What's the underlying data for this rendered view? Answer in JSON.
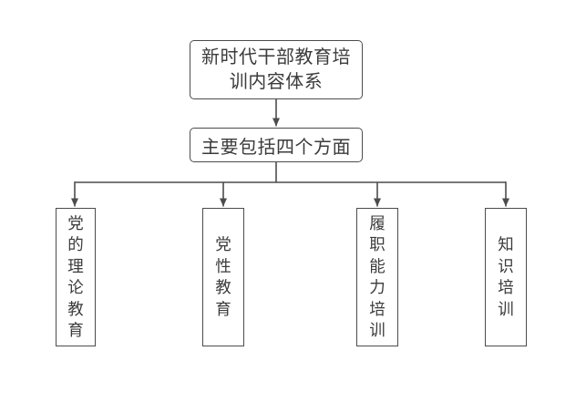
{
  "colors": {
    "background": "#ffffff",
    "line": "#4c4c4c",
    "text": "#3b3b3b"
  },
  "diagram": {
    "root_box": {
      "label": "新时代干部教育培\n训内容体系"
    },
    "summary_box": {
      "label": "主要包括四个方面"
    },
    "branches": [
      {
        "label": "党的理论教育"
      },
      {
        "label": "党性教育"
      },
      {
        "label": "履职能力培训"
      },
      {
        "label": "知识培训"
      }
    ]
  }
}
